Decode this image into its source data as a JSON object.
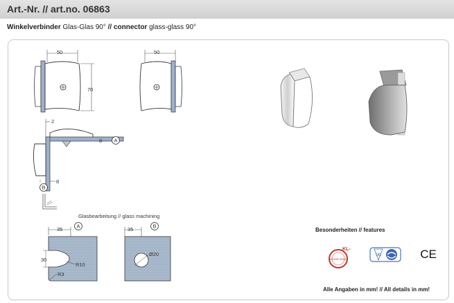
{
  "header": {
    "article_number": "Art.-Nr. // art.no. 06863"
  },
  "product": {
    "name_de_bold": "Winkelverbinder",
    "name_de_rest": " Glas-Glas 90° ",
    "separator": "//",
    "name_en_bold": " connector",
    "name_en_rest": " glass-glass 90°"
  },
  "drawing": {
    "dim_50_left": "50",
    "dim_50_right": "50",
    "dim_70": "70",
    "dim_2": "2",
    "dim_8_right": "8",
    "dim_8_bottom": "8",
    "marker_a": "A",
    "marker_b": "B"
  },
  "glass_machining": {
    "caption": "Glasbearbeitung // glass machining",
    "a": {
      "marker": "A",
      "dim_35": "35",
      "dim_30": "30",
      "radius_r10": "R10",
      "radius_r3": "R3"
    },
    "b": {
      "marker": "B",
      "dim_35": "35",
      "diameter": "Ø20"
    }
  },
  "features": {
    "title": "Besonderheiten // features",
    "badges": [
      {
        "name": "brass-badge",
        "top_text": "KL-",
        "ring_text": "MESSING BRASS"
      },
      {
        "name": "certificate-badge",
        "text": "ÜG"
      },
      {
        "name": "ce-mark",
        "text": "CE"
      }
    ]
  },
  "footer": {
    "note": "Alle Angaben in mm! // All details in mm!"
  }
}
